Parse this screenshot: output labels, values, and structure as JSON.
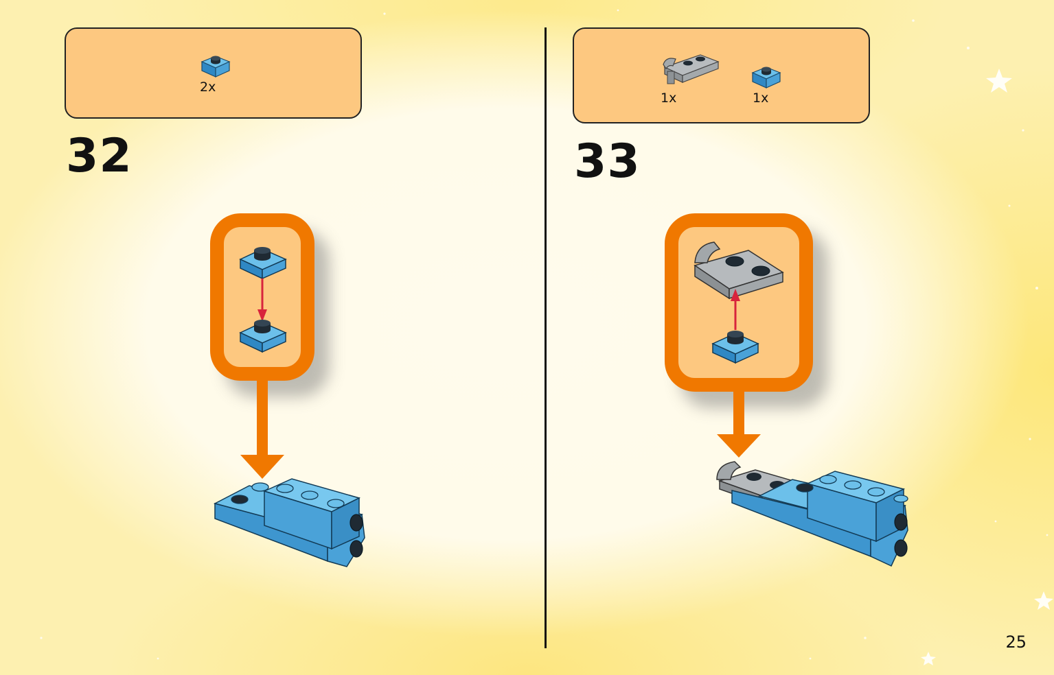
{
  "steps": [
    {
      "number": "32",
      "parts": [
        {
          "icon": "blue-plate-1x1-icon",
          "qty": "2x"
        }
      ]
    },
    {
      "number": "33",
      "parts": [
        {
          "icon": "grey-clip-plate-icon",
          "qty": "1x"
        },
        {
          "icon": "blue-plate-1x1-icon",
          "qty": "1x"
        }
      ]
    }
  ],
  "page_number": "25",
  "colors": {
    "callout_border": "#f07800",
    "box_fill": "#fdc880",
    "brick_blue": "#5aaee0",
    "arrow_red": "#d8243c"
  }
}
